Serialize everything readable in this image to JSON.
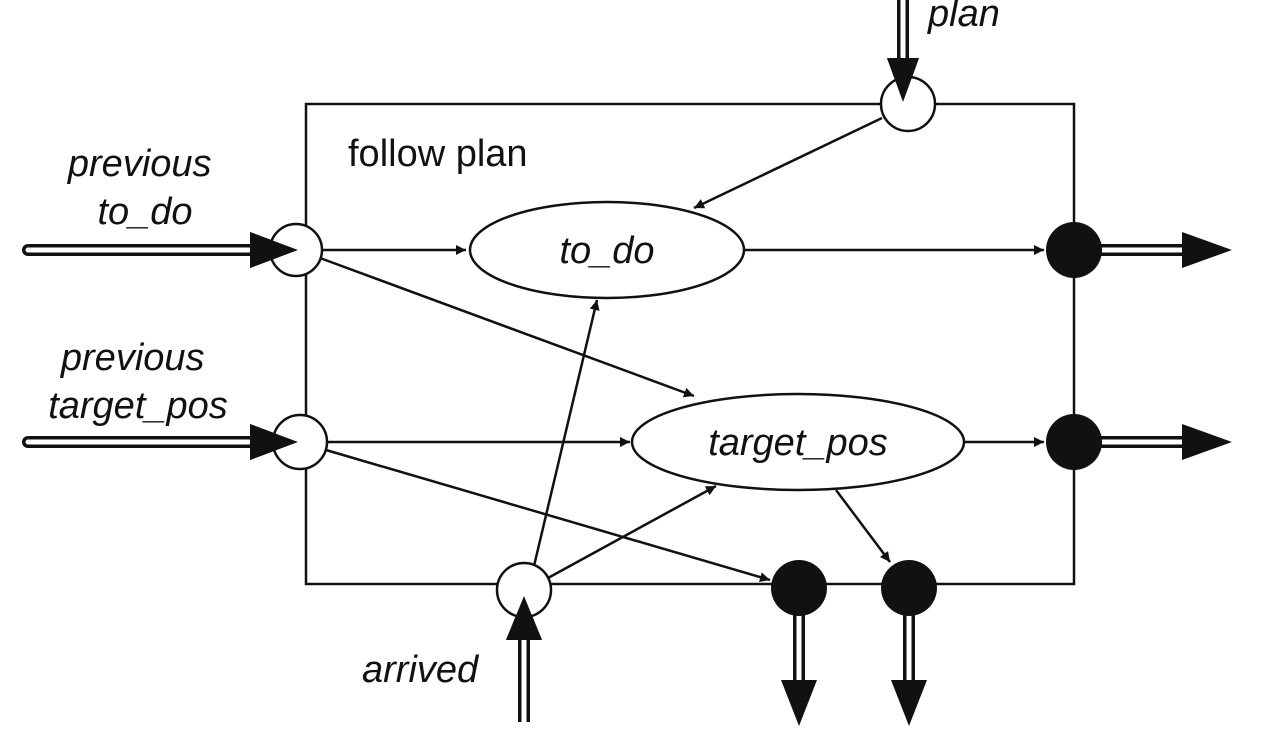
{
  "diagram": {
    "box_title": "follow plan",
    "nodes": {
      "to_do": "to_do",
      "target_pos": "target_pos"
    },
    "inputs": {
      "plan": "plan",
      "previous_to_do": [
        "previous",
        "to_do"
      ],
      "previous_target_pos": [
        "previous",
        "target_pos"
      ],
      "arrived": "arrived"
    },
    "port_style": {
      "input": "open circle",
      "output": "filled circle"
    },
    "colors": {
      "ink": "#111111",
      "background": "#ffffff"
    }
  }
}
